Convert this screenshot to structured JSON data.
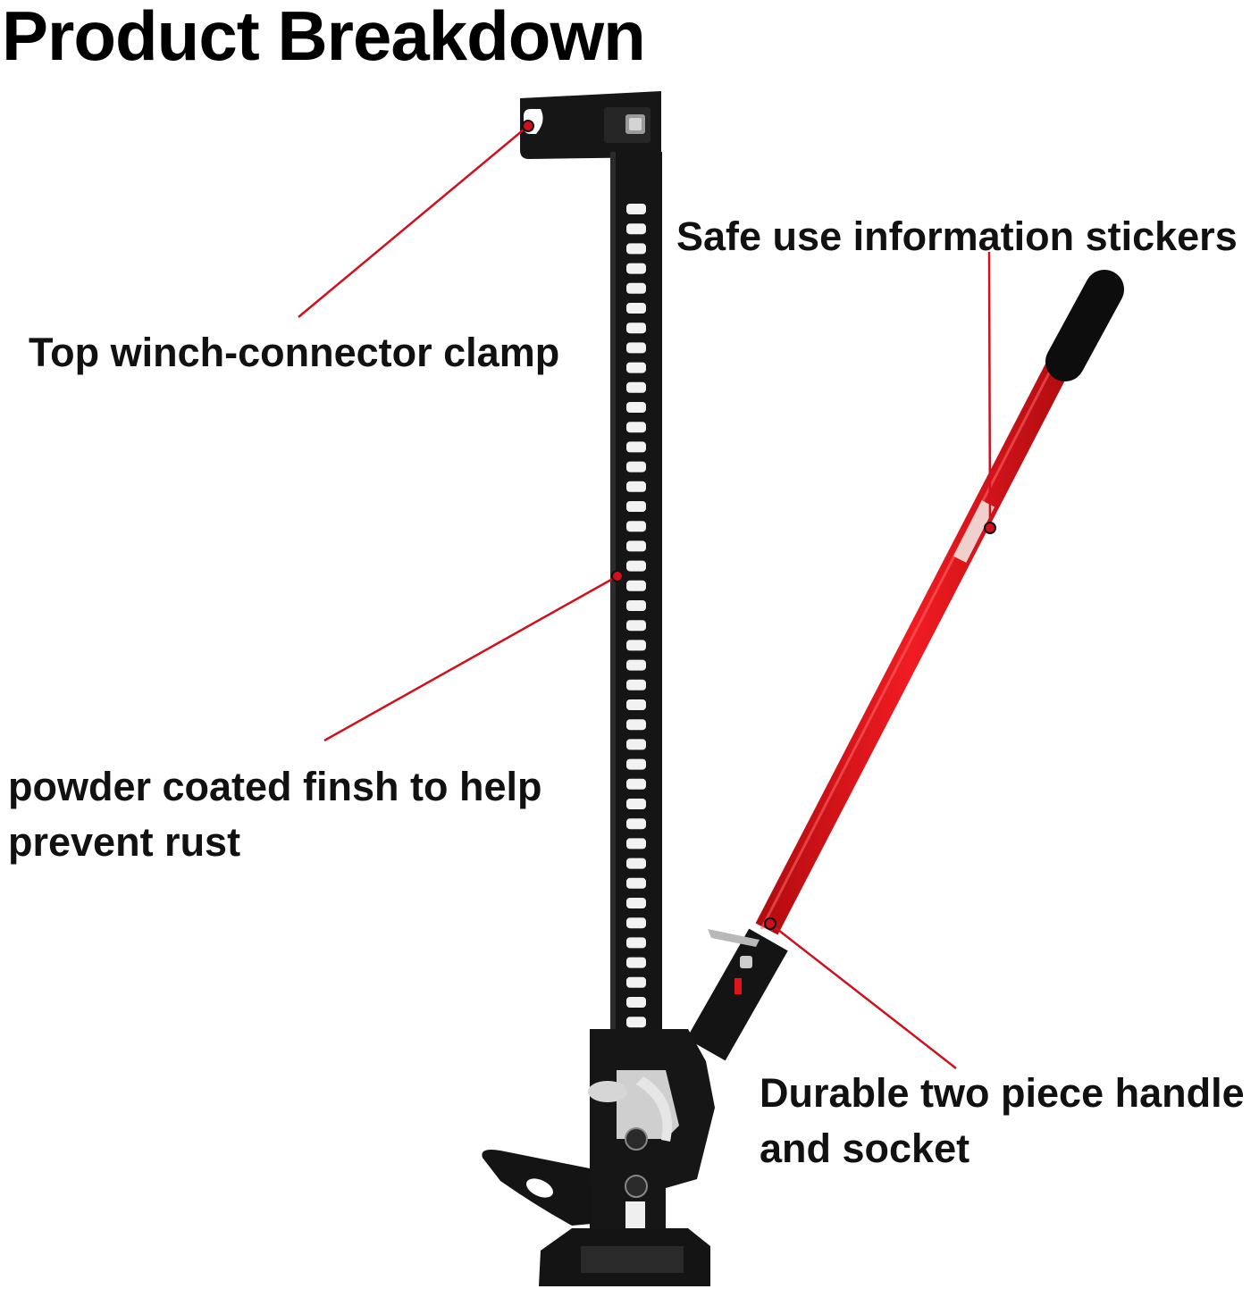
{
  "title": "Product Breakdown",
  "callouts": {
    "top_clamp": "Top winch-connector clamp",
    "safe_use": "Safe use information stickers",
    "powder_line1": "powder coated finsh to help",
    "powder_line2": "prevent rust",
    "handle_line1": "Durable two piece handle",
    "handle_line2": "and socket"
  },
  "colors": {
    "jack_body": "#141414",
    "handle": "#e0141a",
    "leader_line": "#d0101c",
    "grip": "#0d0d0d"
  }
}
